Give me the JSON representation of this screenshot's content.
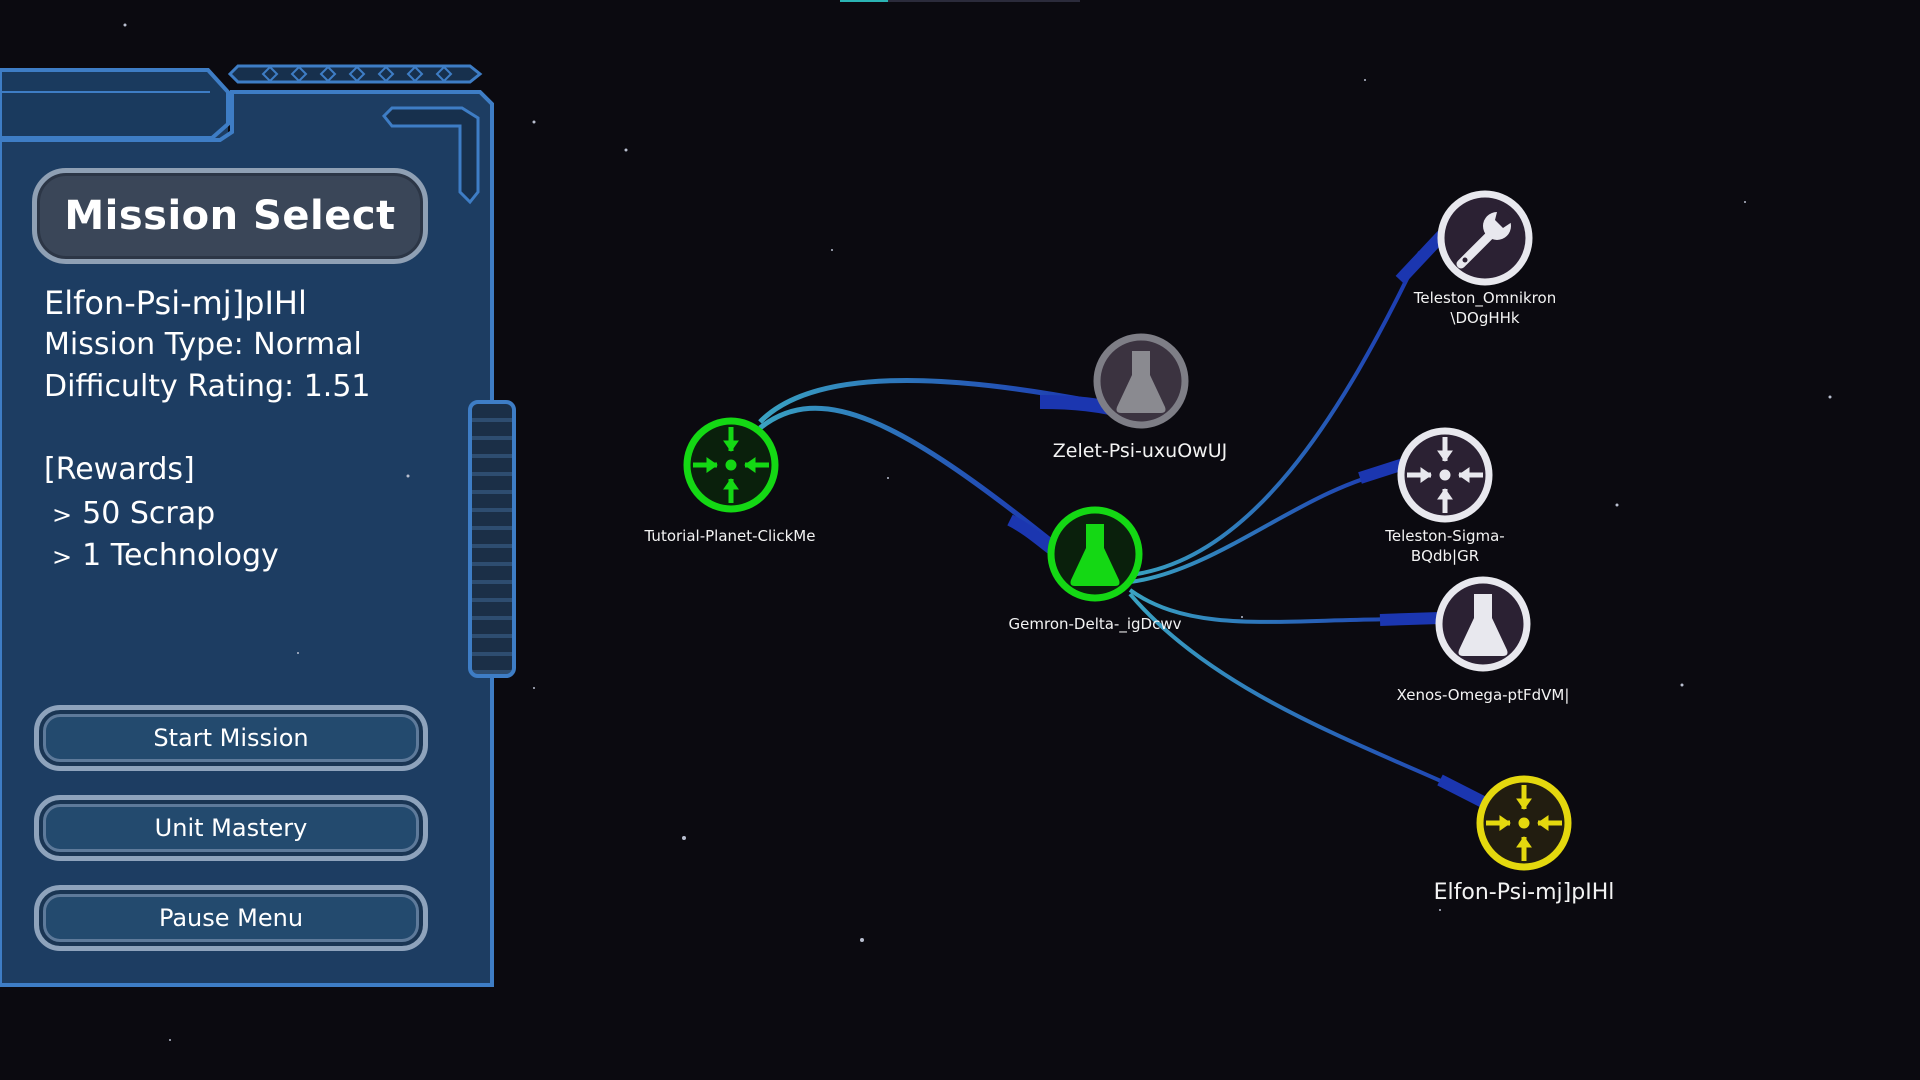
{
  "panel": {
    "title": "Mission Select",
    "mission_name": "Elfon-Psi-mj]pIHl",
    "mission_type": "Mission Type: Normal",
    "difficulty": "Difficulty Rating: 1.51",
    "rewards_header": "[Rewards]",
    "rewards": [
      {
        "chevron": ">",
        "text": "50 Scrap"
      },
      {
        "chevron": ">",
        "text": "1 Technology"
      }
    ],
    "buttons": {
      "start": "Start Mission",
      "mastery": "Unit Mastery",
      "pause": "Pause Menu"
    }
  },
  "map": {
    "nodes": [
      {
        "id": "tutorial",
        "label": "Tutorial-Planet-ClickMe",
        "icon": "crosshair-icon",
        "state": "completed",
        "color": "#14d814"
      },
      {
        "id": "zelet",
        "label": "Zelet-Psi-uxuOwUJ",
        "icon": "flask-icon",
        "state": "locked",
        "color": "#8a8a90"
      },
      {
        "id": "gemron",
        "label": "Gemron-Delta-_igDcwv",
        "icon": "flask-icon",
        "state": "completed",
        "color": "#14d814"
      },
      {
        "id": "omnikron",
        "label_line1": "Teleston_Omnikron",
        "label_line2": "\\DOgHHk",
        "icon": "wrench-icon",
        "state": "available",
        "color": "#e8e8ee"
      },
      {
        "id": "sigma",
        "label_line1": "Teleston-Sigma-",
        "label_line2": "BQdb|GR",
        "icon": "crosshair-icon",
        "state": "available",
        "color": "#e8e8ee"
      },
      {
        "id": "xenos",
        "label": "Xenos-Omega-ptFdVM|",
        "icon": "flask-icon",
        "state": "available",
        "color": "#e8e8ee"
      },
      {
        "id": "elfon",
        "label": "Elfon-Psi-mj]pIHl",
        "icon": "crosshair-icon",
        "state": "selected",
        "color": "#e4d80e"
      }
    ]
  },
  "colors": {
    "panel_bg": "#1d3d62",
    "panel_border": "#3e7dc5",
    "space_bg": "#0b0a10",
    "link": "#1f46b8"
  }
}
